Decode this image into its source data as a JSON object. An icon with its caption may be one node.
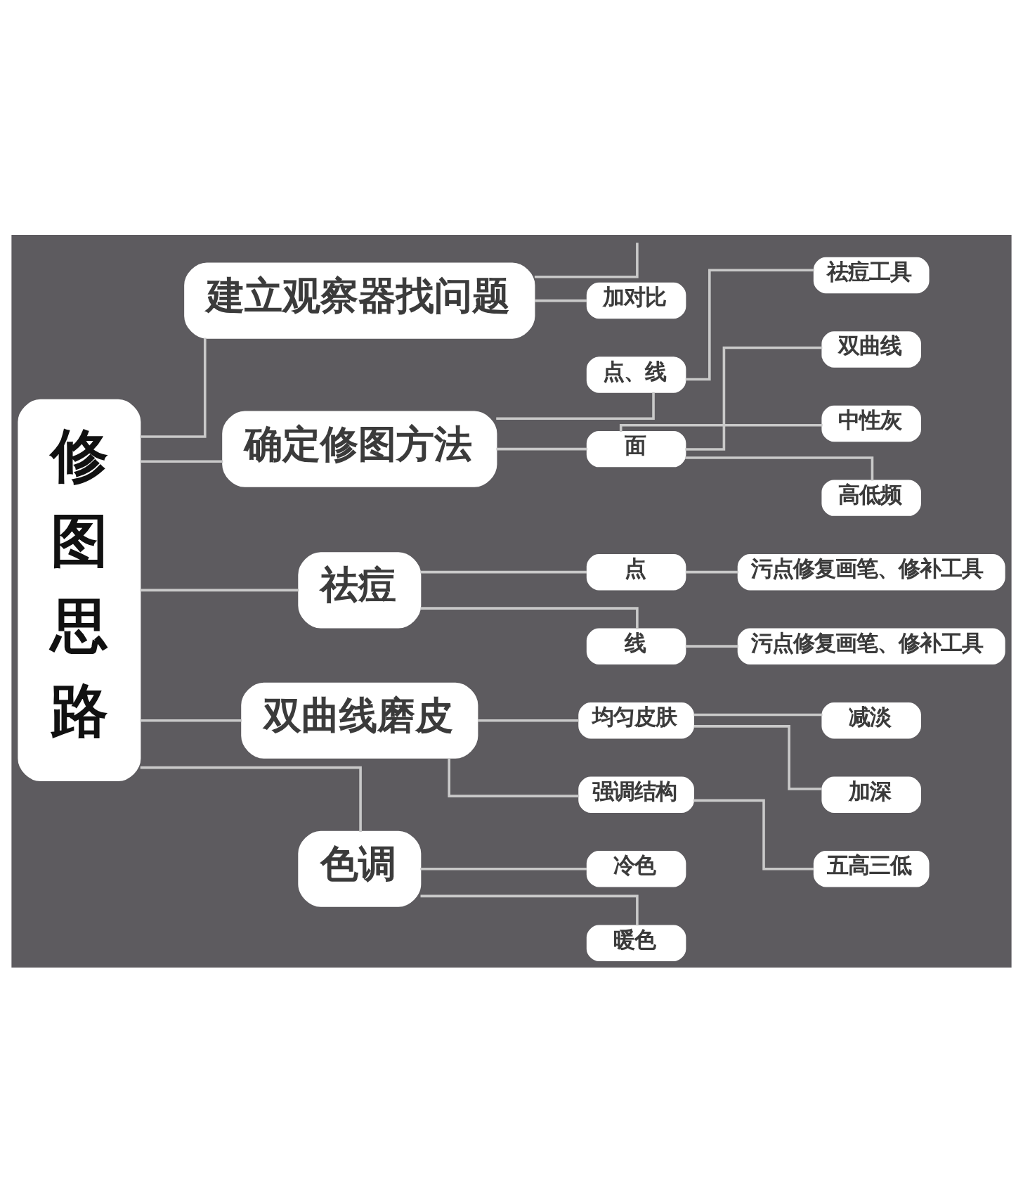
{
  "diagram": {
    "nodes": [
      {
        "text": [
          "修图思路"
        ]
      },
      {
        "text": [
          "建立观察器找问题"
        ]
      },
      {
        "text": [
          "加对比"
        ]
      },
      {
        "text": [
          "确定修图方法"
        ]
      },
      {
        "text": [
          "点、线"
        ]
      },
      {
        "text": [
          "祛痘工具"
        ]
      },
      {
        "text": [
          "面"
        ]
      },
      {
        "text": [
          "双曲线"
        ]
      },
      {
        "text": [
          "中性灰"
        ]
      },
      {
        "text": [
          "高低频"
        ]
      },
      {
        "text": [
          "祛痘"
        ]
      },
      {
        "text": [
          "点"
        ]
      },
      {
        "text": [
          "污点修复画笔、修补工具"
        ]
      },
      {
        "text": [
          "线"
        ]
      },
      {
        "text": [
          "污点修复画笔、修补工具"
        ]
      },
      {
        "text": [
          "双曲线磨皮"
        ]
      },
      {
        "text": [
          "均匀皮肤"
        ]
      },
      {
        "text": [
          "减淡"
        ]
      },
      {
        "text": [
          "加深"
        ]
      },
      {
        "text": [
          "强调结构"
        ]
      },
      {
        "text": [
          "五高三低"
        ]
      },
      {
        "text": [
          "色调"
        ]
      },
      {
        "text": [
          "冷色"
        ]
      },
      {
        "text": [
          "暖色"
        ]
      }
    ],
    "edges": [
      {
        "from": 0,
        "to": 1,
        "arrow": "none"
      },
      {
        "from": 1,
        "to": null,
        "arrow": "none"
      },
      {
        "from": 1,
        "to": 2,
        "arrow": "none"
      },
      {
        "from": 0,
        "to": 3,
        "arrow": "none"
      },
      {
        "from": 3,
        "to": 4,
        "arrow": "none"
      },
      {
        "from": 4,
        "to": 5,
        "arrow": "none"
      },
      {
        "from": 3,
        "to": 6,
        "arrow": "none"
      },
      {
        "from": 6,
        "to": 7,
        "arrow": "none"
      },
      {
        "from": 6,
        "to": 8,
        "arrow": "none"
      },
      {
        "from": 6,
        "to": 9,
        "arrow": "none"
      },
      {
        "from": 0,
        "to": 10,
        "arrow": "none"
      },
      {
        "from": 10,
        "to": 11,
        "arrow": "none"
      },
      {
        "from": 11,
        "to": 12,
        "arrow": "none"
      },
      {
        "from": 10,
        "to": 13,
        "arrow": "none"
      },
      {
        "from": 13,
        "to": 14,
        "arrow": "none"
      },
      {
        "from": 0,
        "to": 15,
        "arrow": "none"
      },
      {
        "from": 15,
        "to": 16,
        "arrow": "none"
      },
      {
        "from": 16,
        "to": 17,
        "arrow": "none"
      },
      {
        "from": 16,
        "to": 18,
        "arrow": "none"
      },
      {
        "from": 15,
        "to": 19,
        "arrow": "none"
      },
      {
        "from": 19,
        "to": 20,
        "arrow": "none"
      },
      {
        "from": 0,
        "to": 21,
        "arrow": "none"
      },
      {
        "from": 21,
        "to": 22,
        "arrow": "none"
      },
      {
        "from": 21,
        "to": 23,
        "arrow": "none"
      }
    ]
  }
}
